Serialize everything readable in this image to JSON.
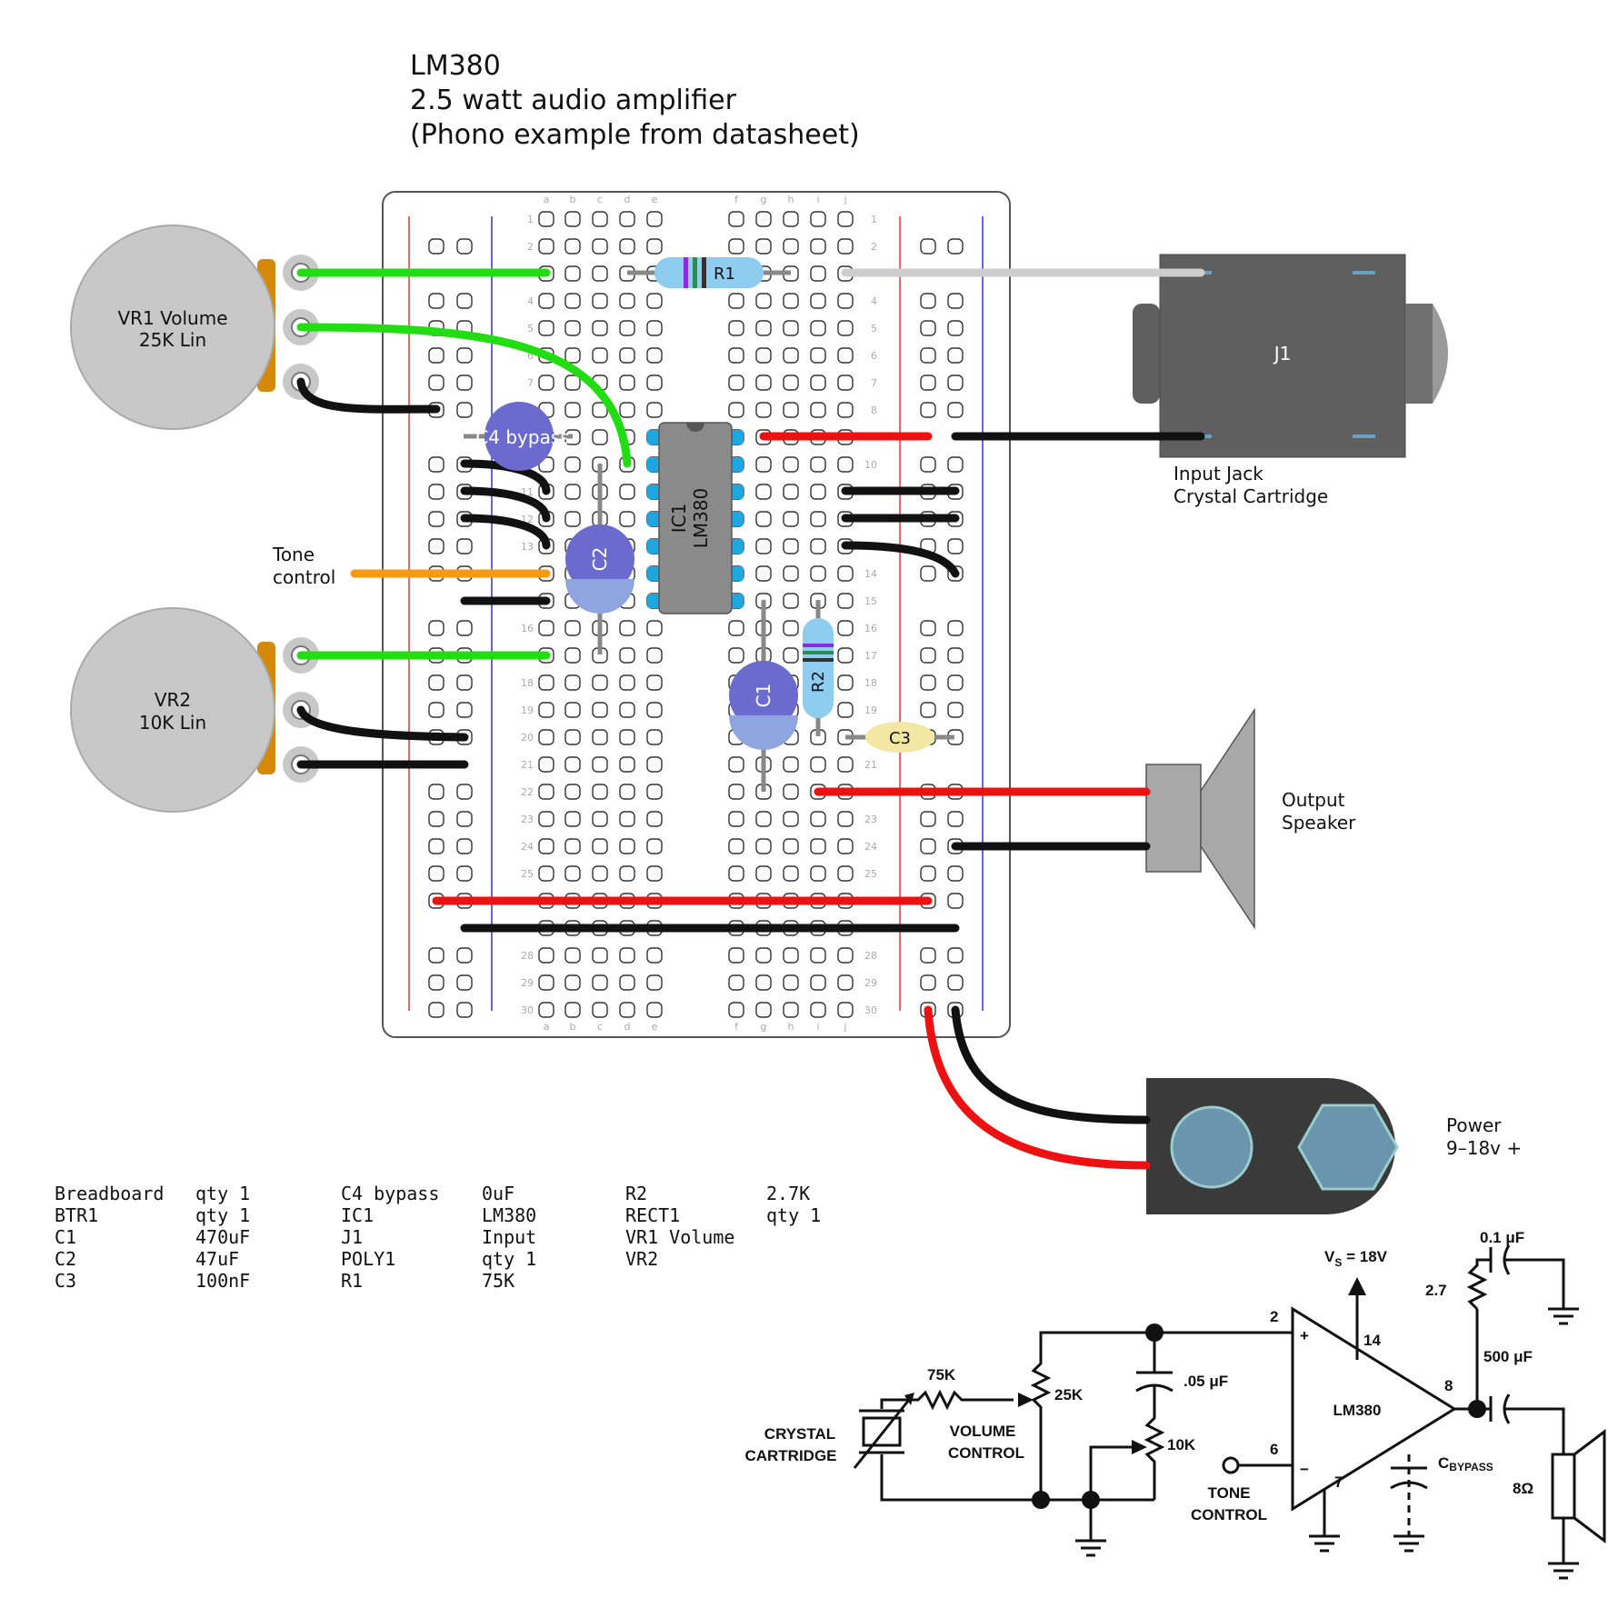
{
  "title": {
    "line1": "LM380",
    "line2": "2.5 watt audio amplifier",
    "line3": "(Phono example from datasheet)"
  },
  "labels": {
    "vr1_line1": "VR1 Volume",
    "vr1_line2": "25K Lin",
    "vr2_line1": "VR2",
    "vr2_line2": "10K Lin",
    "tone_line1": "Tone",
    "tone_line2": "control",
    "j1": "J1",
    "jack_line1": "Input Jack",
    "jack_line2": "Crystal Cartridge",
    "speaker_line1": "Output",
    "speaker_line2": "Speaker",
    "power_line1": "Power",
    "power_line2": "9–18v +",
    "r1": "R1",
    "r2": "R2",
    "c1": "C1",
    "c2": "C2",
    "c3": "C3",
    "c4": "C4 bypass",
    "ic_line1": "IC1",
    "ic_line2": "LM380"
  },
  "breadboard": {
    "columns_left": [
      "a",
      "b",
      "c",
      "d",
      "e"
    ],
    "columns_right": [
      "f",
      "g",
      "h",
      "i",
      "j"
    ],
    "rows": 30,
    "row_numbers_shown": [
      1,
      2,
      4,
      5,
      6,
      7,
      10,
      11,
      12,
      13,
      16,
      18,
      19,
      20,
      21,
      22,
      23,
      24,
      25,
      28,
      29,
      30
    ],
    "row_numbers_shown_right": [
      1,
      2,
      4,
      5,
      6,
      7,
      8,
      10,
      14,
      15,
      16,
      17,
      18,
      19,
      21,
      23,
      24,
      25,
      28,
      29,
      30
    ]
  },
  "bom": [
    [
      "Breadboard",
      "qty 1"
    ],
    [
      "BTR1",
      "qty 1"
    ],
    [
      "C1",
      "470uF"
    ],
    [
      "C2",
      "47uF"
    ],
    [
      "C3",
      "100nF"
    ],
    [
      "C4 bypass",
      "0uF"
    ],
    [
      "IC1",
      "LM380"
    ],
    [
      "J1",
      "Input"
    ],
    [
      "POLY1",
      "qty 1"
    ],
    [
      "R1",
      "75K"
    ],
    [
      "R2",
      "2.7K"
    ],
    [
      "RECT1",
      "qty 1"
    ],
    [
      "VR1 Volume",
      ""
    ],
    [
      "VR2",
      ""
    ]
  ],
  "schematic": {
    "vs": "V",
    "vs_sub": "S",
    "vs_value": " = 18V",
    "c_top": "0.1 μF",
    "r_out": "2.7",
    "c_out": "500 μF",
    "pin2": "2",
    "pin14": "14",
    "pin8": "8",
    "pin6": "6",
    "pin7": "7",
    "plus": "+",
    "minus": "−",
    "chip": "LM380",
    "r75": "75K",
    "pot25": "25K",
    "c05": ".05 μF",
    "pot10": "10K",
    "crystal_line1": "CRYSTAL",
    "crystal_line2": "CARTRIDGE",
    "volume_line1": "VOLUME",
    "volume_line2": "CONTROL",
    "tone_line1": "TONE",
    "tone_line2": "CONTROL",
    "cbypass": "C",
    "cbypass_sub": "BYPASS",
    "speaker_ohm": "8Ω"
  },
  "colors": {
    "wire_green": "#22dd11",
    "wire_black": "#111111",
    "wire_red": "#ee1111",
    "wire_orange": "#f59a12",
    "wire_gray": "#cccccc",
    "pot_body": "#c8c8c8",
    "pot_tab": "#d48a08",
    "capacitor": "#6b6bcf",
    "resistor": "#8fcdf0",
    "ic_body": "#8a8a8a",
    "ic_pin": "#1ea6e0",
    "c3_body": "#f3e7a3",
    "jack_body": "#5f5f5f",
    "power_body": "#3a3a3a",
    "speaker": "#a8a8a8",
    "rail_red": "#e33",
    "rail_blue": "#33c"
  }
}
